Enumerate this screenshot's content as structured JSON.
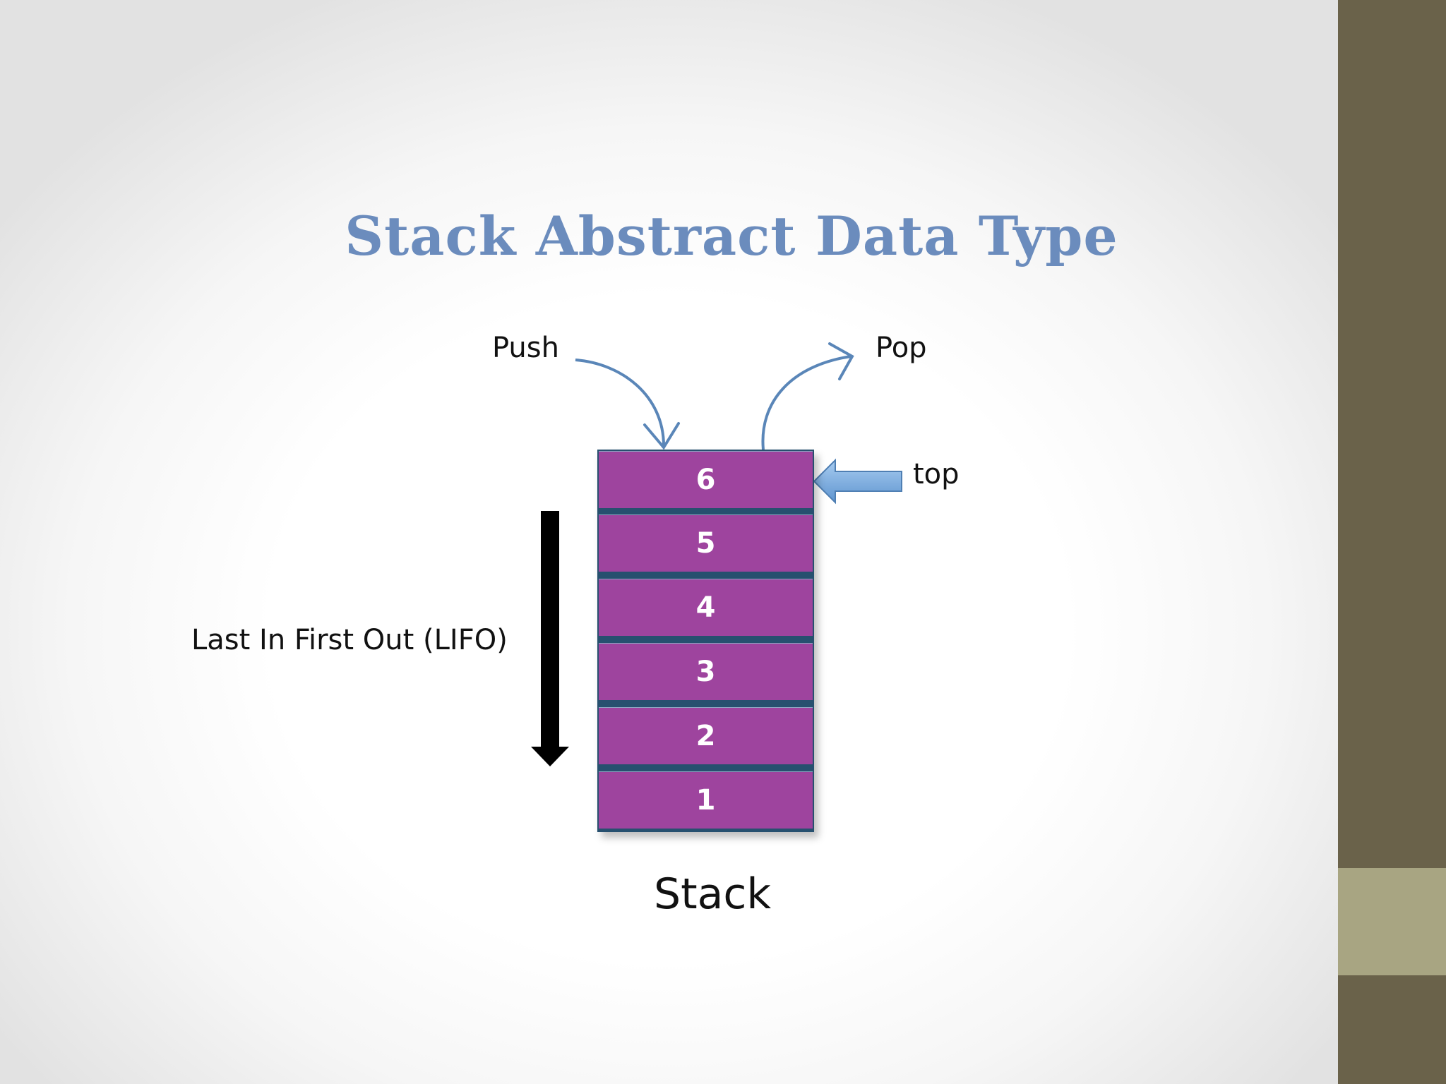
{
  "title": "Stack Abstract Data Type",
  "labels": {
    "push": "Push",
    "pop": "Pop",
    "top": "top",
    "lifo": "Last In First Out (LIFO)",
    "caption": "Stack"
  },
  "stack": {
    "items": [
      "6",
      "5",
      "4",
      "3",
      "2",
      "1"
    ]
  },
  "colors": {
    "title": "#6b8cbd",
    "cell_fill": "#9e449e",
    "separator": "#27506f",
    "arrow_blue": "#5a86b8",
    "top_arrow_fill": "#7fb0e3",
    "lifo_arrow": "#000000",
    "sidebar_dark": "#6a624a",
    "sidebar_light": "#a8a582"
  }
}
